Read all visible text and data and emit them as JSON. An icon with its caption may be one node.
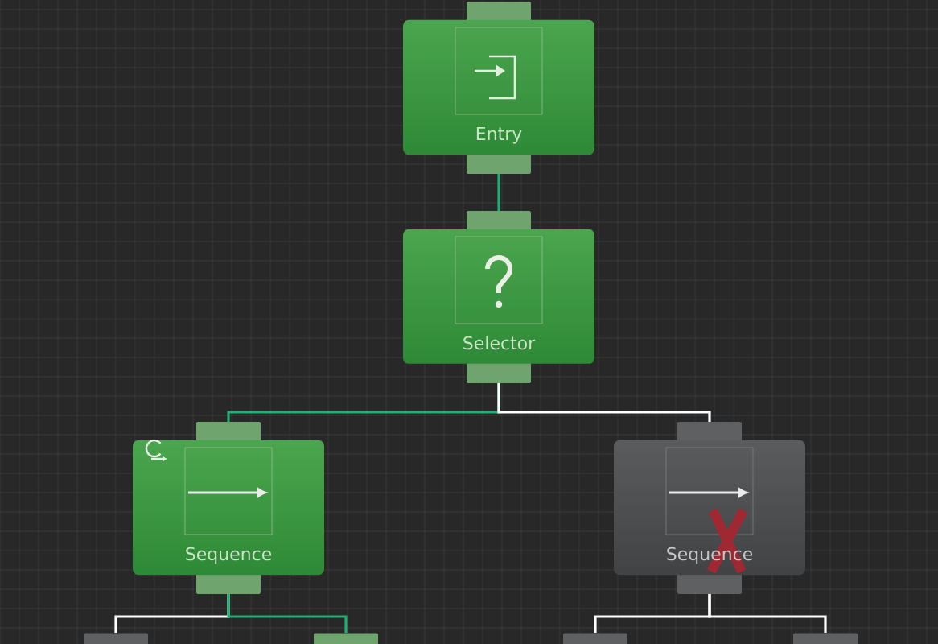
{
  "diagram": {
    "nodes": [
      {
        "text": [
          "Entry"
        ]
      },
      {
        "text": [
          "Selector"
        ]
      },
      {
        "text": [
          "Sequence"
        ]
      },
      {
        "text": [
          "Sequence"
        ]
      },
      {
        "text": [],
        "shape": "box"
      },
      {
        "text": [],
        "shape": "box"
      },
      {
        "text": [],
        "shape": "box"
      },
      {
        "text": [],
        "shape": "box"
      }
    ],
    "edges": [
      {
        "from": 0,
        "to": 1,
        "arrow": "none",
        "color": "#1fae74"
      },
      {
        "from": 1,
        "to": 2,
        "arrow": "none",
        "color": "#1fae74"
      },
      {
        "from": 1,
        "to": 3,
        "arrow": "none"
      },
      {
        "from": 2,
        "to": 4,
        "arrow": "none"
      },
      {
        "from": 2,
        "to": 5,
        "arrow": "none",
        "color": "#1fae74"
      },
      {
        "from": 3,
        "to": 6,
        "arrow": "none"
      },
      {
        "from": 3,
        "to": 7,
        "arrow": "none"
      }
    ]
  }
}
